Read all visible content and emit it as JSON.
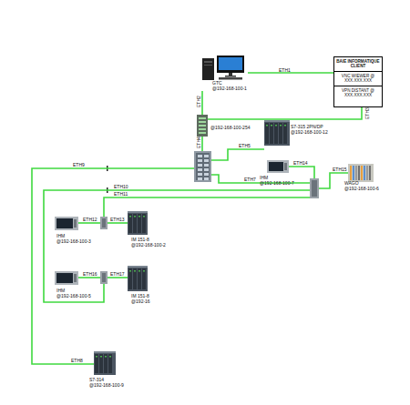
{
  "diagram": {
    "nodes": [
      {
        "text": [
          "GTC",
          "@192-168-100-1"
        ]
      },
      {
        "text": [
          "BAIE INFORMATIQUE CLIENT",
          "VNC WIEWER @ XXX.XXX.XXX",
          "VPN DISTANT @ XXX.XXX.XXX"
        ]
      },
      {
        "text": [
          "@192-168-100-254"
        ]
      },
      {
        "text": [
          "S7-315 2PN/DP",
          "@192-168-100-12"
        ]
      },
      {
        "text": []
      },
      {
        "text": [
          "IHM",
          "@192-168-100-7"
        ]
      },
      {
        "text": [
          "WAGO",
          "@192-168-100-6"
        ]
      },
      {
        "text": []
      },
      {
        "text": [
          "IHM",
          "@192-168-100-3"
        ]
      },
      {
        "text": []
      },
      {
        "text": [
          "IM 151-8",
          "@192-168-100-2"
        ]
      },
      {
        "text": [
          "IHM",
          "@192-168-100-5"
        ]
      },
      {
        "text": []
      },
      {
        "text": [
          "IM 151-8",
          "@192-16"
        ]
      },
      {
        "text": [
          "S7-314",
          "@192-168-100-9"
        ]
      }
    ],
    "edges": [
      {
        "from": 0,
        "to": 1,
        "arrow": "none",
        "label": "ETH1"
      },
      {
        "from": 0,
        "to": 2,
        "arrow": "none",
        "label": "ETH2"
      },
      {
        "from": 1,
        "to": 2,
        "arrow": "none",
        "label": "ETH3"
      },
      {
        "from": 2,
        "to": 4,
        "arrow": "none",
        "label": "ETH4"
      },
      {
        "from": 4,
        "to": 3,
        "arrow": "none",
        "label": "ETH5"
      },
      {
        "from": 4,
        "to": 7,
        "arrow": "none",
        "label": "ETH7"
      },
      {
        "from": 5,
        "to": 7,
        "arrow": "none",
        "label": "ETH14"
      },
      {
        "from": 7,
        "to": 6,
        "arrow": "none",
        "label": "ETH15"
      },
      {
        "from": 4,
        "to": 14,
        "arrow": "none",
        "label": "ETH9"
      },
      {
        "from": 7,
        "to": 12,
        "arrow": "none",
        "label": "ETH10"
      },
      {
        "from": 7,
        "to": 9,
        "arrow": "none",
        "label": "ETH11"
      },
      {
        "from": 8,
        "to": 9,
        "arrow": "none",
        "label": "ETH12"
      },
      {
        "from": 9,
        "to": 10,
        "arrow": "none",
        "label": "ETH13"
      },
      {
        "from": 11,
        "to": 12,
        "arrow": "none",
        "label": "ETH16"
      },
      {
        "from": 12,
        "to": 13,
        "arrow": "none",
        "label": "ETH17"
      }
    ],
    "labels": [
      "ETH8"
    ]
  }
}
